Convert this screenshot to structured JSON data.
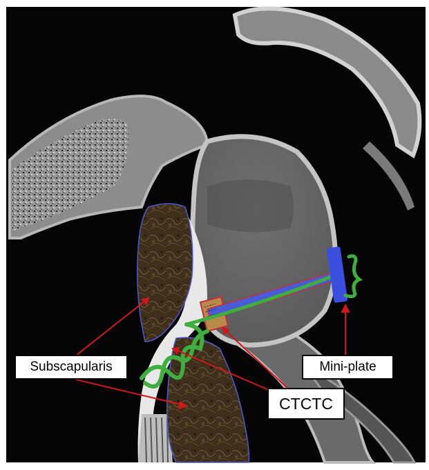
{
  "figure": {
    "labels": {
      "subscapularis": "Subscapularis",
      "mini_plate": "Mini-plate",
      "ctctc": "CTCTC"
    },
    "colors": {
      "background": "#ffffff",
      "ct_background": "#050505",
      "bone": "#8e8e8e",
      "bone_cortex": "#c9c9c9",
      "muscle": "#4a3722",
      "suture": "#3fae3f",
      "mini_plate": "#3a4fe0",
      "arrow": "#d01818",
      "tunnel_outline": "#c0303c"
    }
  }
}
